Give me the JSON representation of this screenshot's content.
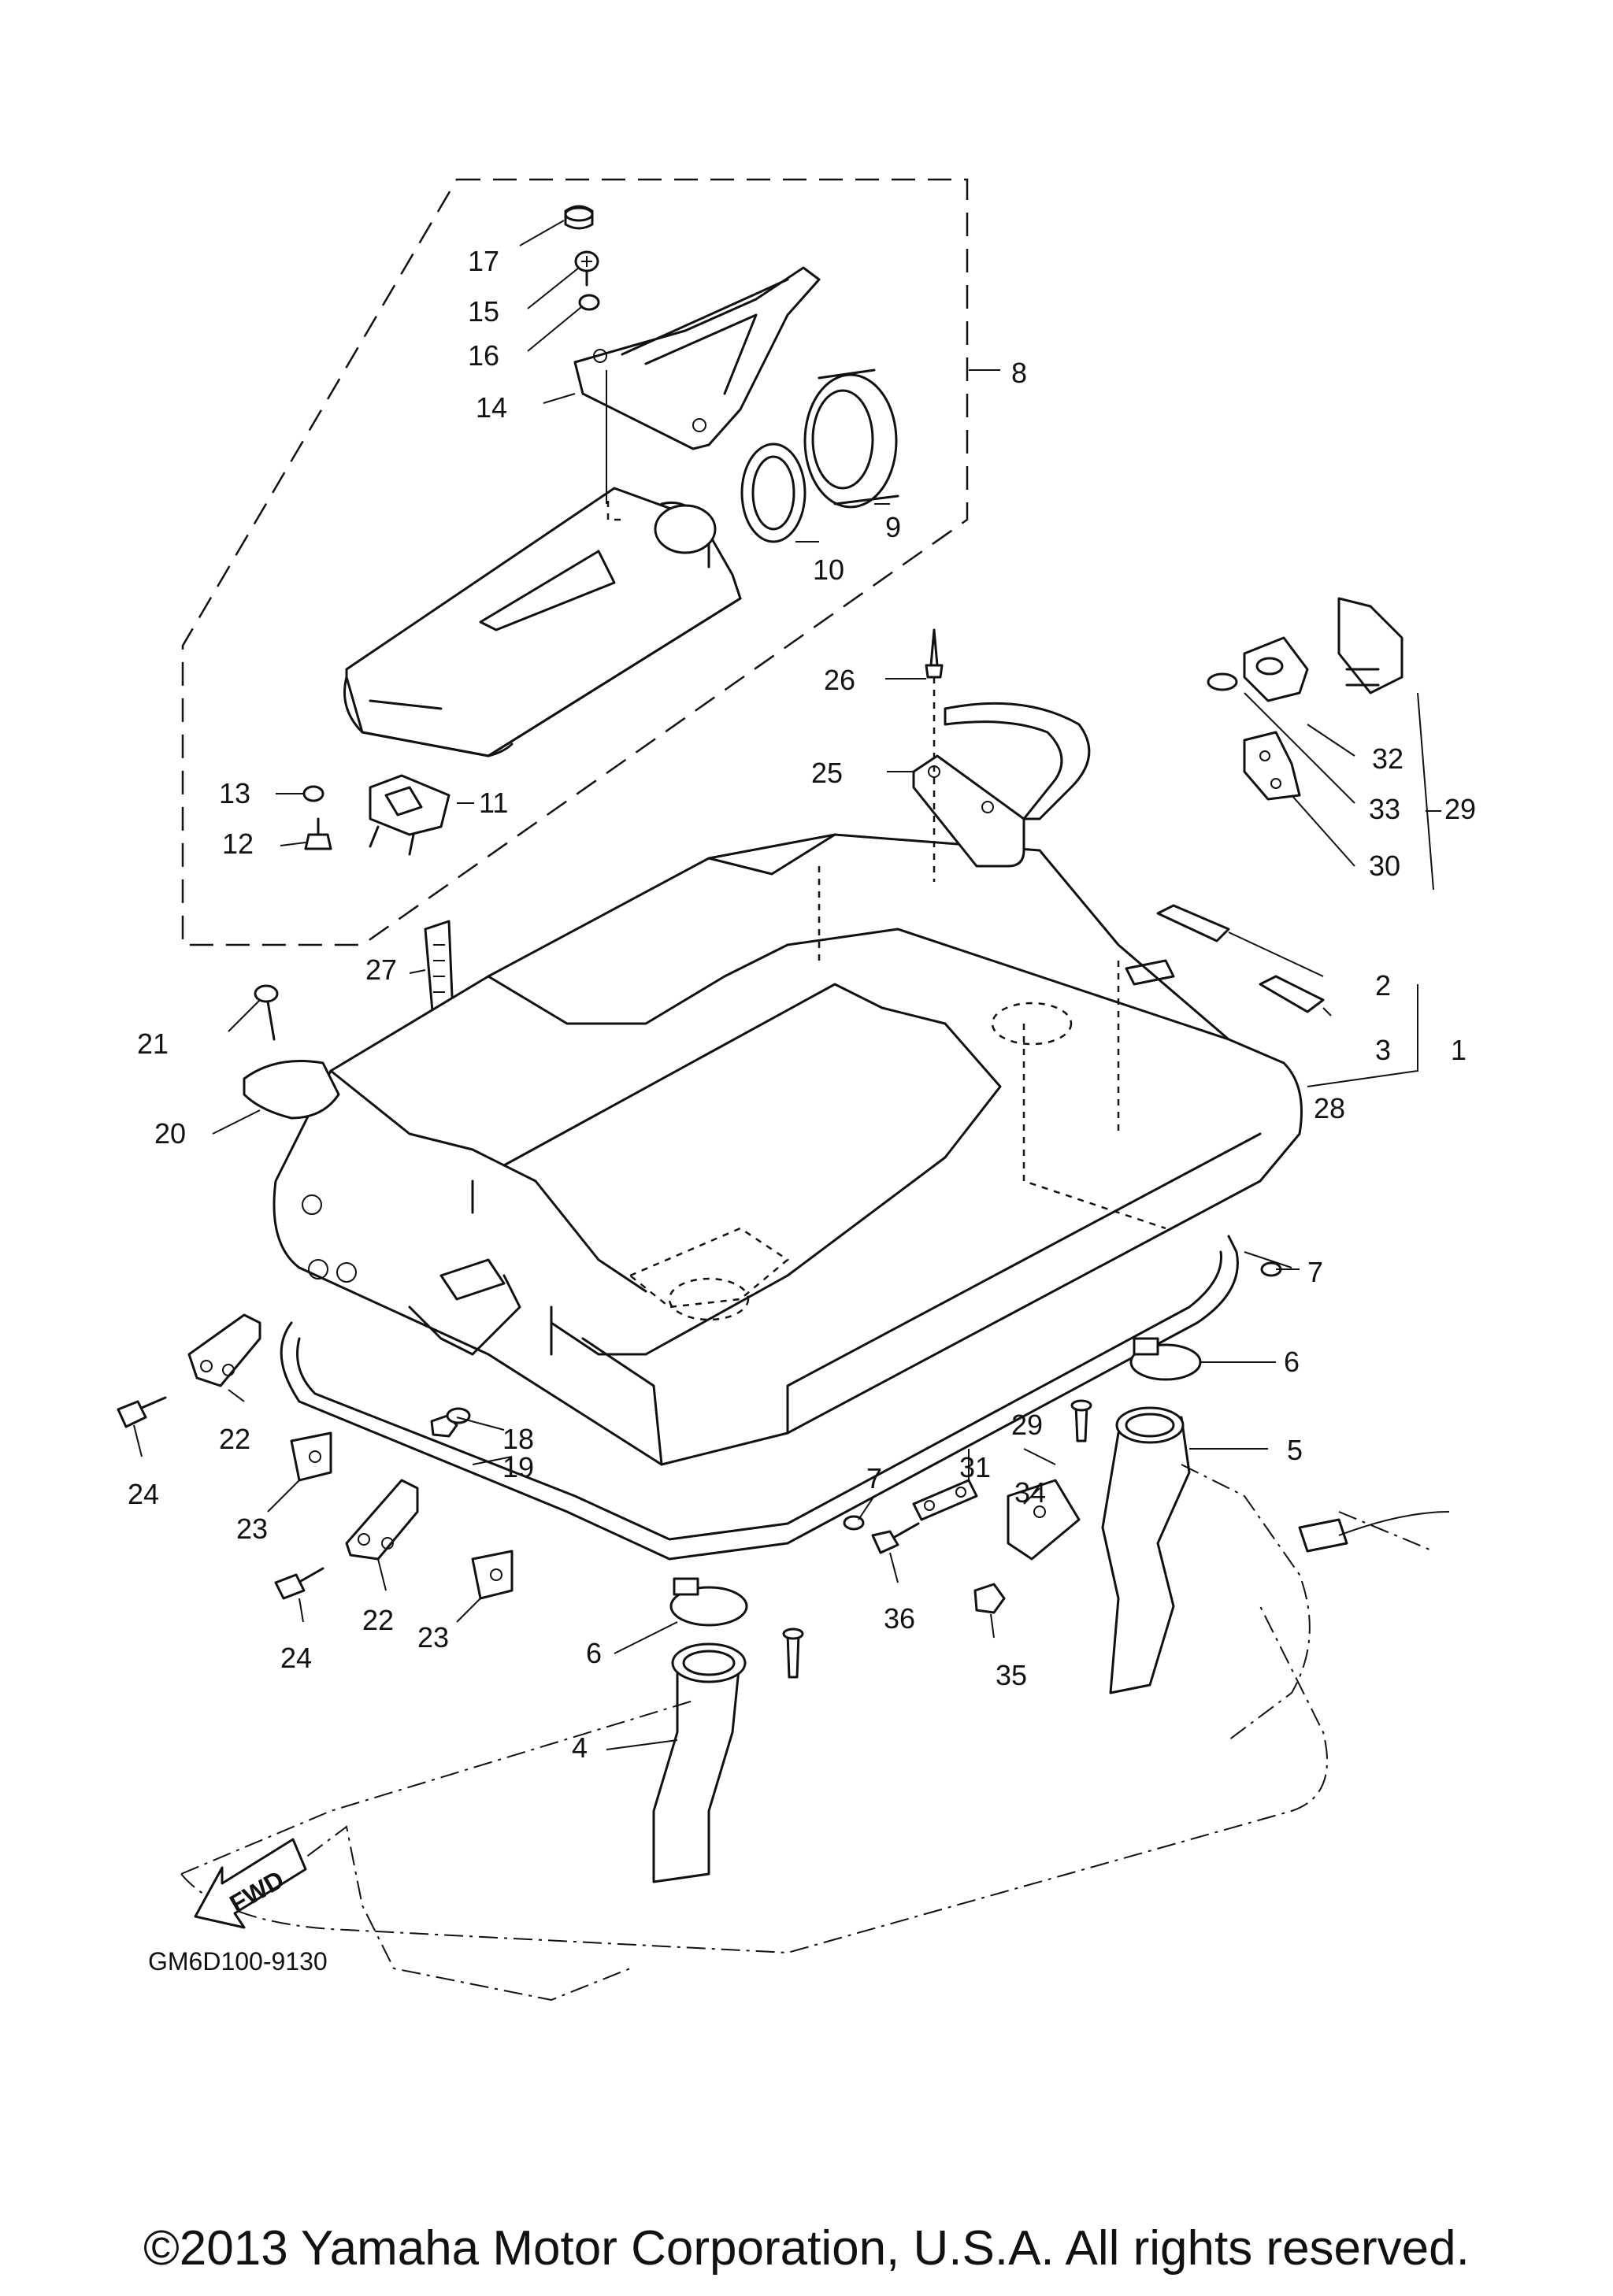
{
  "diagram_code": "GM6D100-9130",
  "copyright": "©2013 Yamaha Motor Corporation, U.S.A. All rights reserved.",
  "direction_label": "FWD",
  "callouts": [
    {
      "id": "c17",
      "label": "17",
      "name": "callout-17"
    },
    {
      "id": "c15",
      "label": "15",
      "name": "callout-15"
    },
    {
      "id": "c16",
      "label": "16",
      "name": "callout-16"
    },
    {
      "id": "c14",
      "label": "14",
      "name": "callout-14"
    },
    {
      "id": "c8",
      "label": "8",
      "name": "callout-8"
    },
    {
      "id": "c9",
      "label": "9",
      "name": "callout-9"
    },
    {
      "id": "c10",
      "label": "10",
      "name": "callout-10"
    },
    {
      "id": "c26",
      "label": "26",
      "name": "callout-26"
    },
    {
      "id": "c25",
      "label": "25",
      "name": "callout-25"
    },
    {
      "id": "c32",
      "label": "32",
      "name": "callout-32"
    },
    {
      "id": "c33",
      "label": "33",
      "name": "callout-33"
    },
    {
      "id": "c29a",
      "label": "29",
      "name": "callout-29-upper"
    },
    {
      "id": "c30",
      "label": "30",
      "name": "callout-30"
    },
    {
      "id": "c13",
      "label": "13",
      "name": "callout-13"
    },
    {
      "id": "c11",
      "label": "11",
      "name": "callout-11"
    },
    {
      "id": "c12",
      "label": "12",
      "name": "callout-12"
    },
    {
      "id": "c27",
      "label": "27",
      "name": "callout-27"
    },
    {
      "id": "c2",
      "label": "2",
      "name": "callout-2"
    },
    {
      "id": "c3",
      "label": "3",
      "name": "callout-3"
    },
    {
      "id": "c1",
      "label": "1",
      "name": "callout-1"
    },
    {
      "id": "c21",
      "label": "21",
      "name": "callout-21"
    },
    {
      "id": "c20",
      "label": "20",
      "name": "callout-20"
    },
    {
      "id": "c28",
      "label": "28",
      "name": "callout-28"
    },
    {
      "id": "c7a",
      "label": "7",
      "name": "callout-7-right"
    },
    {
      "id": "c6a",
      "label": "6",
      "name": "callout-6-right"
    },
    {
      "id": "c5",
      "label": "5",
      "name": "callout-5"
    },
    {
      "id": "c29b",
      "label": "29",
      "name": "callout-29-lower"
    },
    {
      "id": "c31",
      "label": "31",
      "name": "callout-31"
    },
    {
      "id": "c34",
      "label": "34",
      "name": "callout-34"
    },
    {
      "id": "c7b",
      "label": "7",
      "name": "callout-7-center"
    },
    {
      "id": "c36",
      "label": "36",
      "name": "callout-36"
    },
    {
      "id": "c35",
      "label": "35",
      "name": "callout-35"
    },
    {
      "id": "c22a",
      "label": "22",
      "name": "callout-22-upper"
    },
    {
      "id": "c24a",
      "label": "24",
      "name": "callout-24-upper"
    },
    {
      "id": "c18",
      "label": "18",
      "name": "callout-18"
    },
    {
      "id": "c19",
      "label": "19",
      "name": "callout-19"
    },
    {
      "id": "c23a",
      "label": "23",
      "name": "callout-23-upper"
    },
    {
      "id": "c22b",
      "label": "22",
      "name": "callout-22-lower"
    },
    {
      "id": "c23b",
      "label": "23",
      "name": "callout-23-lower"
    },
    {
      "id": "c24b",
      "label": "24",
      "name": "callout-24-lower"
    },
    {
      "id": "c6b",
      "label": "6",
      "name": "callout-6-left"
    },
    {
      "id": "c4",
      "label": "4",
      "name": "callout-4"
    }
  ]
}
